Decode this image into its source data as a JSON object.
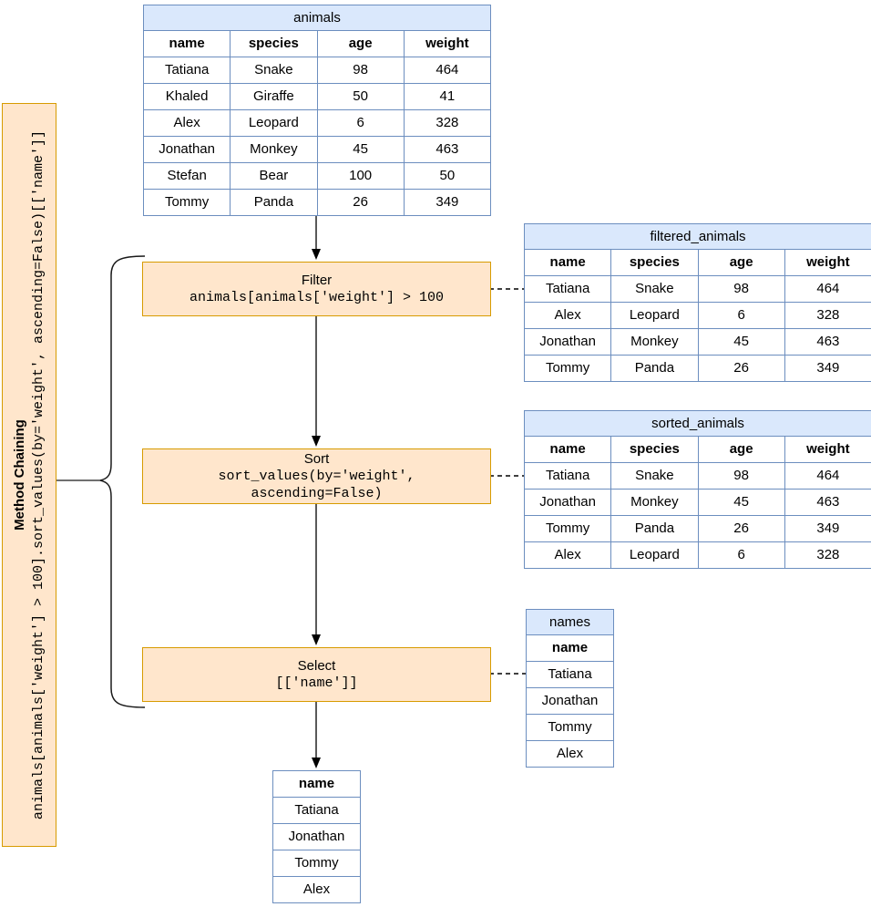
{
  "left_panel": {
    "title": "Method Chaining",
    "code": "animals[animals['weight'] > 100].sort_values(by='weight', ascending=False)[['name']]"
  },
  "steps": [
    {
      "id": "filter",
      "title": "Filter",
      "code_lines": [
        "animals[animals['weight'] > 100"
      ]
    },
    {
      "id": "sort",
      "title": "Sort",
      "code_lines": [
        "sort_values(by='weight',",
        "ascending=False)"
      ]
    },
    {
      "id": "select",
      "title": "Select",
      "code_lines": [
        "[['name']]"
      ]
    }
  ],
  "tables": {
    "animals": {
      "title": "animals",
      "columns": [
        "name",
        "species",
        "age",
        "weight"
      ],
      "rows": [
        [
          "Tatiana",
          "Snake",
          "98",
          "464"
        ],
        [
          "Khaled",
          "Giraffe",
          "50",
          "41"
        ],
        [
          "Alex",
          "Leopard",
          "6",
          "328"
        ],
        [
          "Jonathan",
          "Monkey",
          "45",
          "463"
        ],
        [
          "Stefan",
          "Bear",
          "100",
          "50"
        ],
        [
          "Tommy",
          "Panda",
          "26",
          "349"
        ]
      ]
    },
    "filtered_animals": {
      "title": "filtered_animals",
      "columns": [
        "name",
        "species",
        "age",
        "weight"
      ],
      "rows": [
        [
          "Tatiana",
          "Snake",
          "98",
          "464"
        ],
        [
          "Alex",
          "Leopard",
          "6",
          "328"
        ],
        [
          "Jonathan",
          "Monkey",
          "45",
          "463"
        ],
        [
          "Tommy",
          "Panda",
          "26",
          "349"
        ]
      ]
    },
    "sorted_animals": {
      "title": "sorted_animals",
      "columns": [
        "name",
        "species",
        "age",
        "weight"
      ],
      "rows": [
        [
          "Tatiana",
          "Snake",
          "98",
          "464"
        ],
        [
          "Jonathan",
          "Monkey",
          "45",
          "463"
        ],
        [
          "Tommy",
          "Panda",
          "26",
          "349"
        ],
        [
          "Alex",
          "Leopard",
          "6",
          "328"
        ]
      ]
    },
    "names": {
      "title": "names",
      "columns": [
        "name"
      ],
      "rows": [
        [
          "Tatiana"
        ],
        [
          "Jonathan"
        ],
        [
          "Tommy"
        ],
        [
          "Alex"
        ]
      ]
    },
    "result": {
      "columns": [
        "name"
      ],
      "rows": [
        [
          "Tatiana"
        ],
        [
          "Jonathan"
        ],
        [
          "Tommy"
        ],
        [
          "Alex"
        ]
      ]
    }
  },
  "colors": {
    "table_border": "#6c8ebf",
    "table_header_fill": "#dae8fc",
    "step_fill": "#ffe6cc",
    "step_border": "#d79b00",
    "connector": "#000000"
  }
}
